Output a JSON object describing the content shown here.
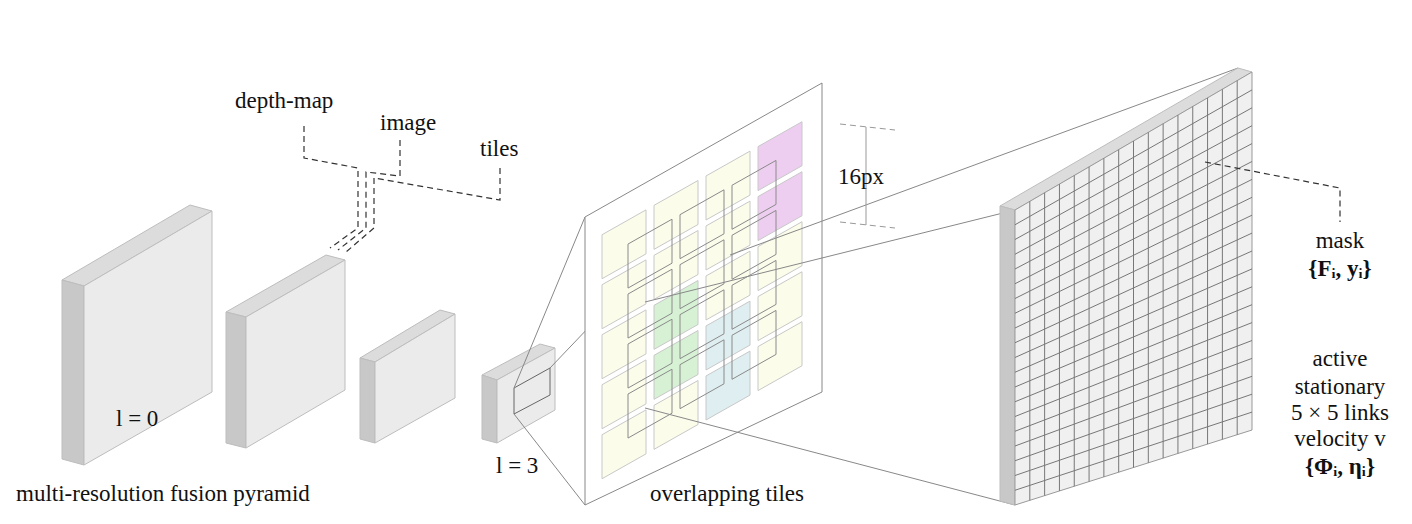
{
  "diagram": {
    "labels": [
      "depth-map",
      "image",
      "tiles",
      "l = 0",
      "l = 3",
      "multi-resolution fusion pyramid",
      "overlapping tiles",
      "16px",
      "mask",
      "{Fᵢ, yᵢ}",
      "active",
      "stationary",
      "5 × 5 links",
      "velocity v",
      "{Φᵢ, ηᵢ}"
    ]
  }
}
